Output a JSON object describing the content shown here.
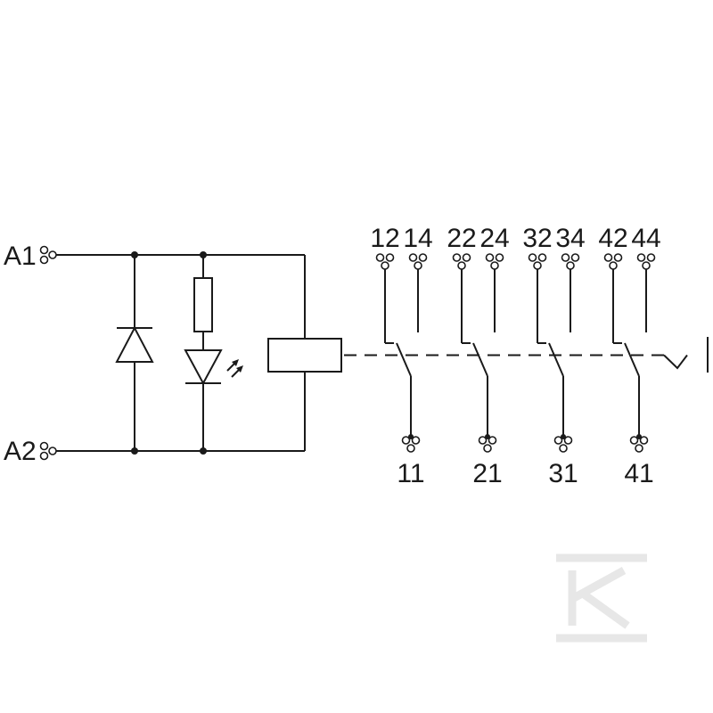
{
  "coil_terminals": [
    {
      "id": "a1",
      "label": "A1"
    },
    {
      "id": "a2",
      "label": "A2"
    }
  ],
  "contact_groups": [
    {
      "common": "11",
      "nc": "12",
      "no": "14"
    },
    {
      "common": "21",
      "nc": "22",
      "no": "24"
    },
    {
      "common": "31",
      "nc": "32",
      "no": "34"
    },
    {
      "common": "41",
      "nc": "42",
      "no": "44"
    }
  ],
  "colors": {
    "line": "#1a1a1a",
    "watermark": "#e7e7e7",
    "background": "#ffffff"
  },
  "logo": {
    "letter": "K"
  }
}
